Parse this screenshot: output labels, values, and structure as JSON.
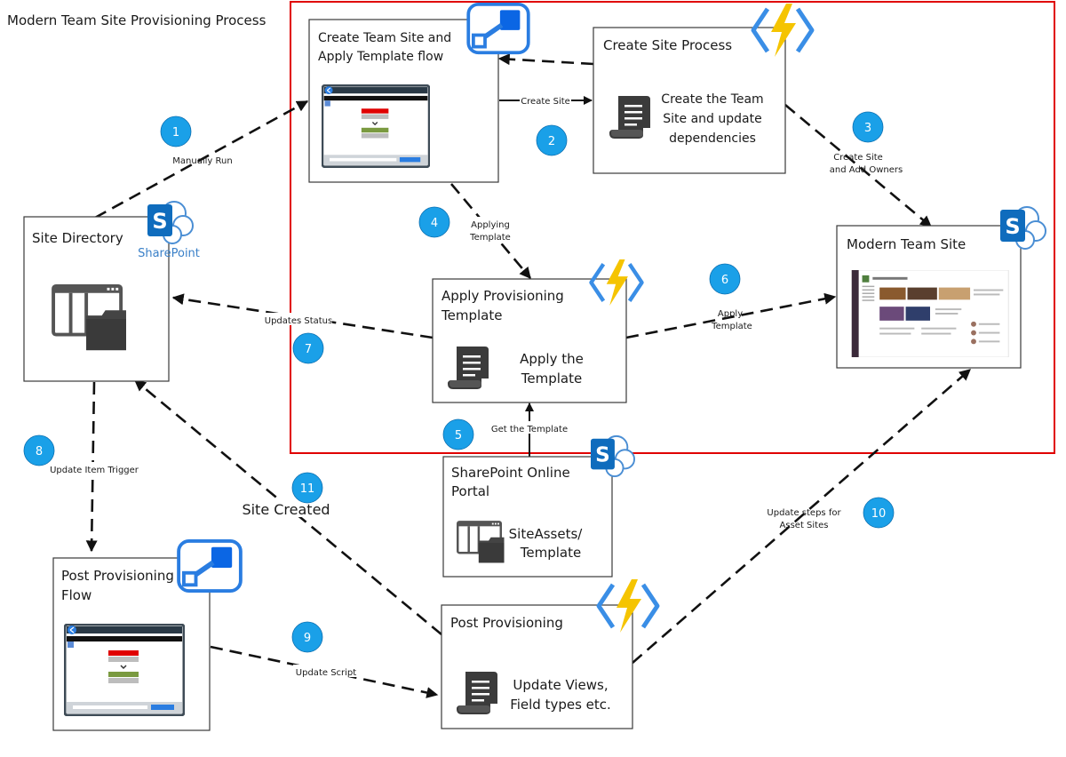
{
  "page_title": "Modern Team Site Provisioning Process",
  "nodes": {
    "create_flow": {
      "title_line1": "Create Team Site and",
      "title_line2": "Apply Template flow"
    },
    "create_site_process": {
      "title": "Create Site Process",
      "body_line1": "Create the Team",
      "body_line2": "Site and update",
      "body_line3": "dependencies"
    },
    "site_directory": {
      "title": "Site Directory",
      "brand": "SharePoint"
    },
    "modern_team_site": {
      "title": "Modern Team Site"
    },
    "apply_template": {
      "title_line1": "Apply Provisioning",
      "title_line2": "Template",
      "body_line1": "Apply the",
      "body_line2": "Template"
    },
    "portal": {
      "title_line1": "SharePoint Online",
      "title_line2": "Portal",
      "body_line1": "SiteAssets/",
      "body_line2": "Template"
    },
    "post_flow": {
      "title_line1": "Post Provisioning",
      "title_line2": "Flow"
    },
    "post_provisioning": {
      "title": "Post Provisioning",
      "body_line1": "Update Views,",
      "body_line2": "Field types etc."
    }
  },
  "edges": {
    "manually_run": "Manually Run",
    "create_site": "Create Site",
    "create_site_add_owners_1": "Create Site",
    "create_site_add_owners_2": "and Add Owners",
    "applying_template_1": "Applying",
    "applying_template_2": "Template",
    "get_template": "Get the Template",
    "apply_template_1": "Apply",
    "apply_template_2": "Template",
    "updates_status": "Updates Status",
    "update_item_trigger": "Update Item Trigger",
    "update_script": "Update Script",
    "update_steps_1": "Update steps for",
    "update_steps_2": "Asset Sites",
    "site_created": "Site Created"
  },
  "steps": [
    "1",
    "2",
    "3",
    "4",
    "5",
    "6",
    "7",
    "8",
    "9",
    "10",
    "11"
  ],
  "colors": {
    "step_badge": "#1aa0e8",
    "boundary": "#e00000",
    "sharepoint": "#0f6cbd",
    "azure_function_bolt": "#f5c400",
    "azure_brackets": "#3a8ee6",
    "flow_blue": "#0b66e4"
  },
  "icons": {
    "flow": "power-automate-icon",
    "function": "azure-function-icon",
    "sharepoint": "sharepoint-icon",
    "script": "script-scroll-icon",
    "library": "document-library-icon",
    "flow_screen": "flow-screen-icon"
  }
}
